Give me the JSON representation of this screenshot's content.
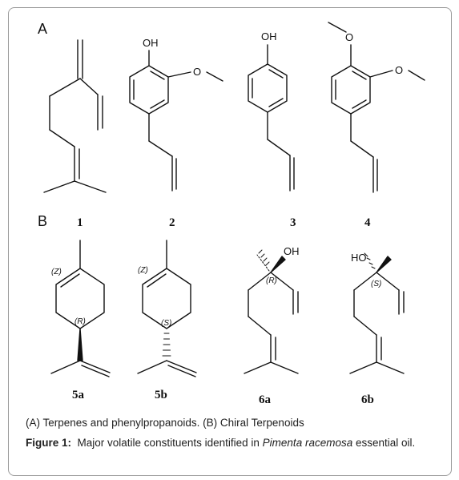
{
  "panels": {
    "a": "A",
    "b": "B"
  },
  "atoms": {
    "oh": "OH",
    "ho": "HO",
    "o": "O"
  },
  "compounds": {
    "c1": "1",
    "c2": "2",
    "c3": "3",
    "c4": "4",
    "c5a": "5a",
    "c5b": "5b",
    "c6a": "6a",
    "c6b": "6b"
  },
  "stereo": {
    "z": "(Z)",
    "r": "(R)",
    "s": "(S)"
  },
  "caption": {
    "subtitle": "(A) Terpenes and phenylpropanoids. (B) Chiral Terpenoids",
    "figure_label": "Figure 1:",
    "text_pre": "Major volatile constituents identified in",
    "species": "Pimenta racemosa",
    "text_post": "essential oil."
  }
}
